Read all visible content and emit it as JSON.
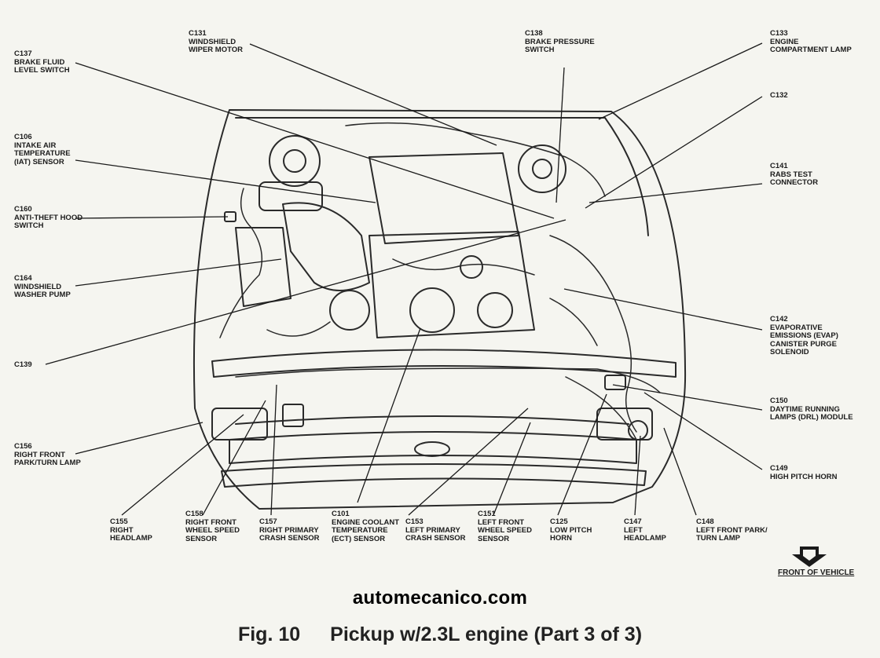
{
  "labels": {
    "c137": {
      "code": "C137",
      "lines": [
        "BRAKE FLUID",
        "LEVEL SWITCH"
      ]
    },
    "c131": {
      "code": "C131",
      "lines": [
        "WINDSHIELD",
        "WIPER MOTOR"
      ]
    },
    "c138": {
      "code": "C138",
      "lines": [
        "BRAKE PRESSURE",
        "SWITCH"
      ]
    },
    "c133": {
      "code": "C133",
      "lines": [
        "ENGINE",
        "COMPARTMENT LAMP"
      ]
    },
    "c106": {
      "code": "C106",
      "lines": [
        "INTAKE AIR",
        "TEMPERATURE",
        "(IAT) SENSOR"
      ]
    },
    "c132": {
      "code": "C132",
      "lines": []
    },
    "c141": {
      "code": "C141",
      "lines": [
        "RABS TEST",
        "CONNECTOR"
      ]
    },
    "c160": {
      "code": "C160",
      "lines": [
        "ANTI-THEFT HOOD",
        "SWITCH"
      ]
    },
    "c164": {
      "code": "C164",
      "lines": [
        "WINDSHIELD",
        "WASHER PUMP"
      ]
    },
    "c142": {
      "code": "C142",
      "lines": [
        "EVAPORATIVE",
        "EMISSIONS (EVAP)",
        "CANISTER PURGE",
        "SOLENOID"
      ]
    },
    "c139": {
      "code": "C139",
      "lines": []
    },
    "c150": {
      "code": "C150",
      "lines": [
        "DAYTIME RUNNING",
        "LAMPS (DRL) MODULE"
      ]
    },
    "c156": {
      "code": "C156",
      "lines": [
        "RIGHT FRONT",
        "PARK/TURN LAMP"
      ]
    },
    "c149": {
      "code": "C149",
      "lines": [
        "HIGH PITCH HORN"
      ]
    },
    "c155": {
      "code": "C155",
      "lines": [
        "RIGHT",
        "HEADLAMP"
      ]
    },
    "c158": {
      "code": "C158",
      "lines": [
        "RIGHT FRONT",
        "WHEEL SPEED",
        "SENSOR"
      ]
    },
    "c157": {
      "code": "C157",
      "lines": [
        "RIGHT PRIMARY",
        "CRASH SENSOR"
      ]
    },
    "c101": {
      "code": "C101",
      "lines": [
        "ENGINE COOLANT",
        "TEMPERATURE",
        "(ECT) SENSOR"
      ]
    },
    "c153": {
      "code": "C153",
      "lines": [
        "LEFT PRIMARY",
        "CRASH SENSOR"
      ]
    },
    "c151": {
      "code": "C151",
      "lines": [
        "LEFT FRONT",
        "WHEEL SPEED",
        "SENSOR"
      ]
    },
    "c125": {
      "code": "C125",
      "lines": [
        "LOW PITCH",
        "HORN"
      ]
    },
    "c147": {
      "code": "C147",
      "lines": [
        "LEFT",
        "HEADLAMP"
      ]
    },
    "c148": {
      "code": "C148",
      "lines": [
        "LEFT FRONT PARK/",
        "TURN LAMP"
      ]
    }
  },
  "front_of_vehicle": "FRONT OF VEHICLE",
  "watermark": "automecanico.com",
  "caption": {
    "fig": "Fig. 10",
    "title": "Pickup w/2.3L engine (Part 3 of 3)"
  },
  "colors": {
    "ink": "#1a1a1a",
    "paper": "#f5f5f0"
  }
}
